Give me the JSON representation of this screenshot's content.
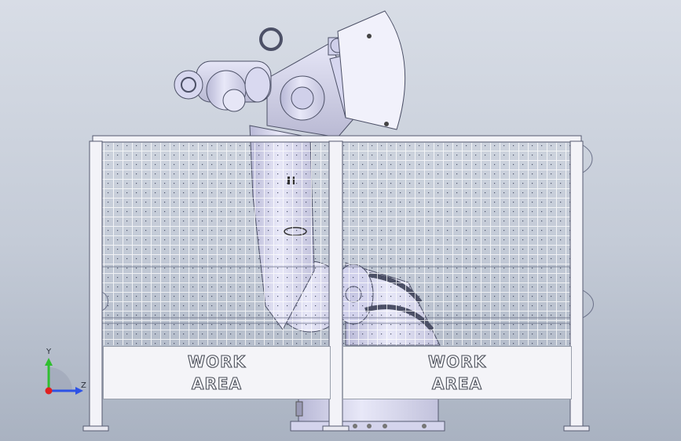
{
  "scene": {
    "sign_left": {
      "line1": "WORK",
      "line2": "AREA"
    },
    "sign_right": {
      "line1": "WORK",
      "line2": "AREA"
    }
  },
  "triad": {
    "y_label": "Y",
    "z_label": "Z",
    "colors": {
      "y": "#2fbf2f",
      "z": "#2d52e6",
      "x": "#e02020"
    }
  },
  "colors": {
    "background_top": "#d8dde6",
    "background_bottom": "#a9b2c1",
    "robot": "#d9d9f2",
    "fence_frame": "#f2f2f7",
    "fence_mesh": "#ffffff"
  }
}
